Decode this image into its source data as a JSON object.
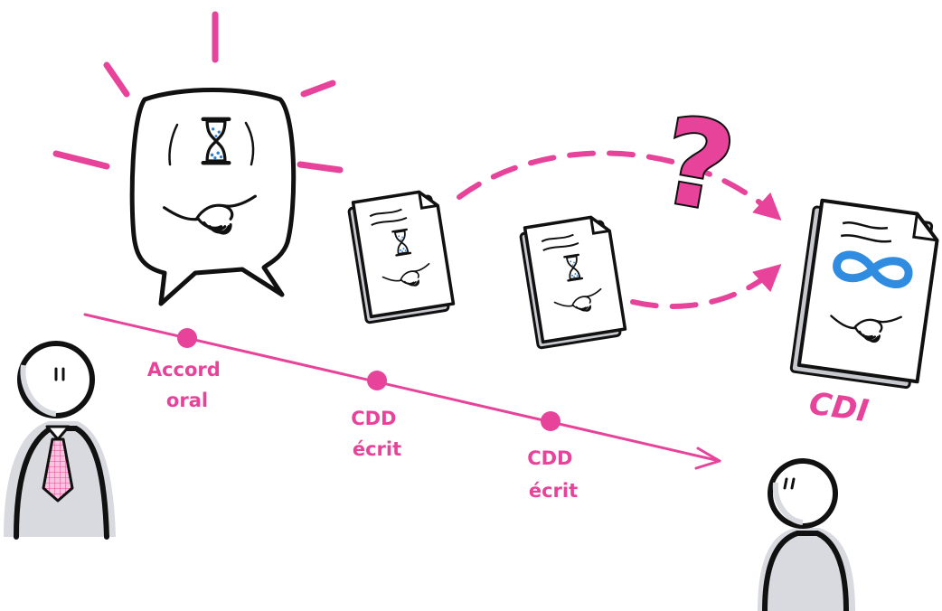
{
  "colors": {
    "accent": "#e8439a",
    "ink": "#111111",
    "shade": "#d8dadf",
    "glass_sand": "#2f7fd4",
    "infinity": "#2f8ce0",
    "paper": "#ffffff"
  },
  "icons": {
    "speech_bubble": "speech-bubble-icon",
    "hourglass": "hourglass-icon",
    "handshake": "handshake-icon",
    "infinity": "infinity-icon",
    "contract": "contract-document-icon",
    "person": "person-icon"
  },
  "timeline": {
    "stages": [
      {
        "label_lines": [
          "Accord",
          "oral"
        ]
      },
      {
        "label_lines": [
          "CDD",
          "écrit"
        ]
      },
      {
        "label_lines": [
          "CDD",
          "écrit"
        ]
      }
    ]
  },
  "outcome": {
    "label": "CDI",
    "question_mark": "?"
  }
}
